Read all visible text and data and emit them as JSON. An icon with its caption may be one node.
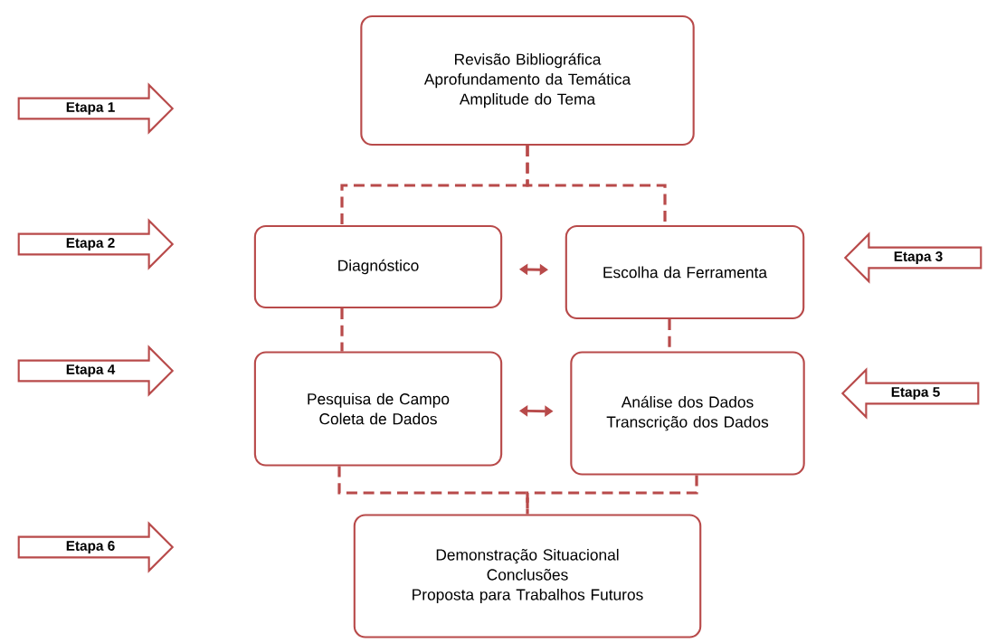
{
  "diagram": {
    "nodes": [
      {
        "text": [
          "Etapa 1"
        ]
      },
      {
        "text": [
          "Revisão Bibliográfica",
          "Aprofundamento da Temática",
          "Amplitude do Tema"
        ]
      },
      {
        "text": [
          "Etapa 2"
        ]
      },
      {
        "text": [
          "Diagnóstico"
        ]
      },
      {
        "text": [
          "Escolha da Ferramenta"
        ]
      },
      {
        "text": [
          "Etapa 3"
        ]
      },
      {
        "text": [
          "Etapa 4"
        ]
      },
      {
        "text": [
          "Pesquisa de Campo",
          "Coleta de Dados"
        ]
      },
      {
        "text": [
          "Análise dos Dados",
          "Transcrição dos Dados"
        ]
      },
      {
        "text": [
          "Etapa 5"
        ]
      },
      {
        "text": [
          "Etapa 6"
        ]
      },
      {
        "text": [
          "Demonstração Situacional",
          "Conclusões",
          "Proposta para Trabalhos Futuros"
        ]
      }
    ],
    "edges": [
      {
        "from": 1,
        "to": 3,
        "arrow": "none",
        "style": "dashed"
      },
      {
        "from": 1,
        "to": 4,
        "arrow": "none",
        "style": "dashed"
      },
      {
        "from": 3,
        "to": 4,
        "arrow": "both"
      },
      {
        "from": 3,
        "to": 7,
        "arrow": "none",
        "style": "dashed"
      },
      {
        "from": 4,
        "to": 8,
        "arrow": "none",
        "style": "dashed"
      },
      {
        "from": 7,
        "to": 8,
        "arrow": "both"
      },
      {
        "from": 7,
        "to": 11,
        "arrow": "none",
        "style": "dashed"
      },
      {
        "from": 8,
        "to": 11,
        "arrow": "none",
        "style": "dashed"
      }
    ]
  }
}
